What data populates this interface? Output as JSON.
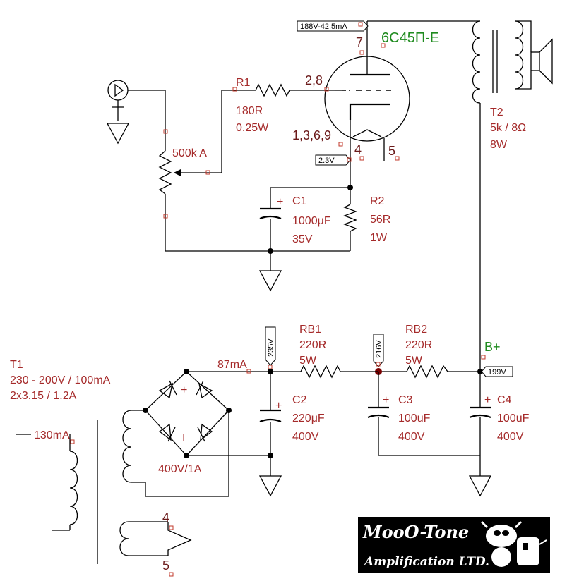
{
  "tube": {
    "name": "6С45П-Е",
    "anode_pin": "7",
    "grid_pins": "2,8",
    "heater_pins": "1,3,6,9",
    "cathode_pin": "4",
    "heater_pin2": "5"
  },
  "probes": {
    "anode": "188V-42.5mA",
    "cathode": "2.3V",
    "rect_out": "235V",
    "mid": "216V",
    "bplus": "199V"
  },
  "r1": {
    "name": "R1",
    "value": "180R",
    "power": "0.25W"
  },
  "pot": {
    "label": "500k A"
  },
  "c1": {
    "name": "C1",
    "value": "1000μF",
    "voltage": "35V"
  },
  "r2": {
    "name": "R2",
    "value": "56R",
    "power": "1W"
  },
  "t2": {
    "name": "T2",
    "ratio": "5k / 8Ω",
    "power": "8W"
  },
  "t1": {
    "name": "T1",
    "line1": "230 - 200V / 100mA",
    "line2": "2x3.15 / 1.2A",
    "primary_current": "130mA",
    "pin4": "4",
    "pin5": "5"
  },
  "bridge": {
    "plus": "+",
    "minus": "I",
    "rating": "400V/1A"
  },
  "rect_current": "87mA",
  "rb1": {
    "name": "RB1",
    "value": "220R",
    "power": "5W"
  },
  "rb2": {
    "name": "RB2",
    "value": "220R",
    "power": "5W"
  },
  "c2": {
    "name": "C2",
    "value": "220μF",
    "voltage": "400V"
  },
  "c3": {
    "name": "C3",
    "value": "100uF",
    "voltage": "400V"
  },
  "c4": {
    "name": "C4",
    "value": "100uF",
    "voltage": "400V"
  },
  "cap_plus": "+",
  "bplus_label": "B+",
  "logo": {
    "line1": "MooO-Tone",
    "line2": "Amplification LTD."
  }
}
